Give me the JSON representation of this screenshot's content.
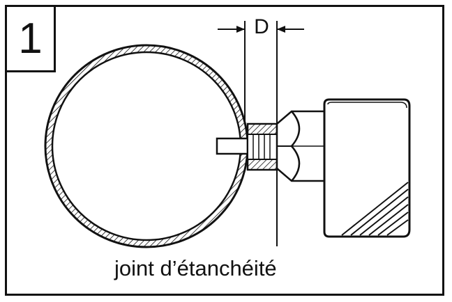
{
  "figure": {
    "step_number": "1",
    "dimension_label": "D",
    "caption": "joint d’étanchéité"
  },
  "colors": {
    "line": "#111111",
    "background": "#ffffff"
  }
}
